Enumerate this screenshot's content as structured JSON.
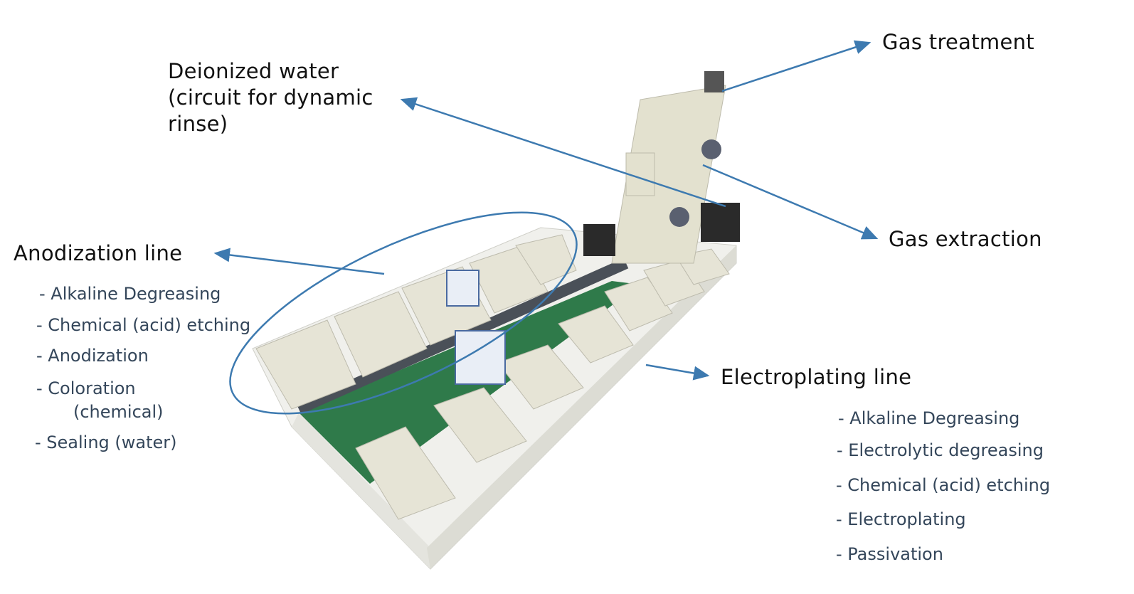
{
  "labels": {
    "gas_treatment": "Gas treatment",
    "deionized_water": [
      "Deionized water",
      "(circuit for dynamic",
      "rinse)"
    ],
    "gas_extraction": "Gas extraction",
    "anodization_line": "Anodization line",
    "electroplating_line": "Electroplating line"
  },
  "anodization_steps": [
    "- Alkaline Degreasing",
    "- Chemical (acid) etching",
    "- Anodization",
    "- Coloration",
    "(chemical)",
    "- Sealing (water)"
  ],
  "electroplating_steps": [
    "- Alkaline Degreasing",
    "- Electrolytic degreasing",
    "- Chemical (acid) etching",
    "- Electroplating",
    "- Passivation"
  ],
  "colors": {
    "arrow": "#3d7ab0",
    "floor": "#2f7a4a",
    "tank": "#e6e4d6",
    "frame": "#f2f2ee"
  }
}
